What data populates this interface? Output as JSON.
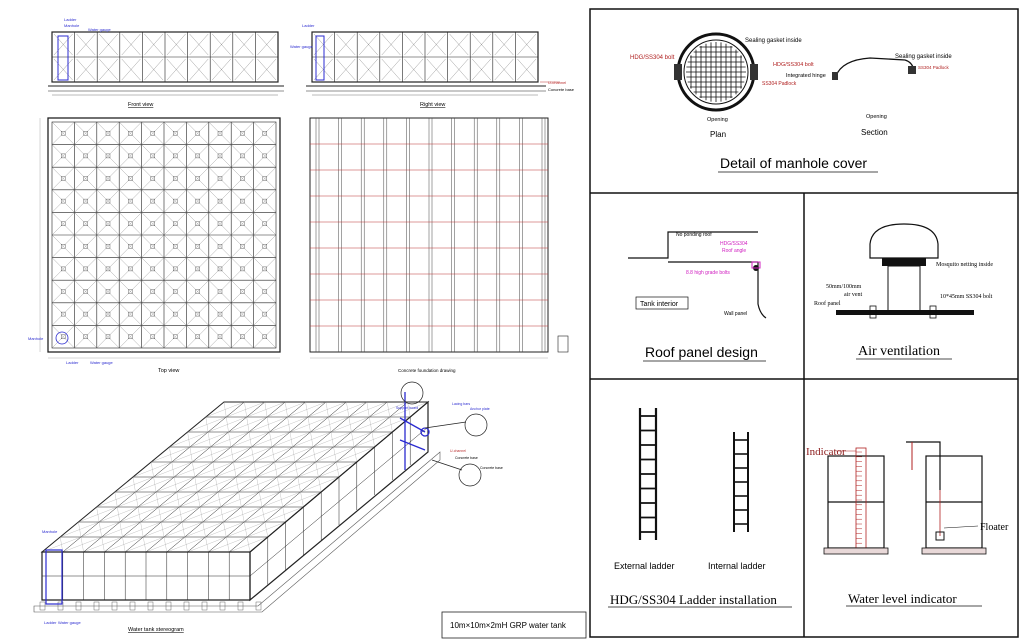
{
  "drawing": {
    "front_view_label": "Front view",
    "right_view_label": "Right view",
    "top_view_label": "Top view",
    "foundation_label": "Concrete foundation drawing",
    "stereogram_label": "Water tank stereogram",
    "title_block": "10m×10m×2mH   GRP water tank",
    "callouts": {
      "ladder": "Ladder",
      "manhole": "Manhole",
      "water_gauge": "Water gauge",
      "u_channel": "U-channel",
      "concrete_base": "Concrete base",
      "support_board": "Support board",
      "lacing_bars": "Lacing bars",
      "anchor_plate": "Anchor plate"
    }
  },
  "details": {
    "manhole": {
      "title": "Detail of manhole cover",
      "plan_label": "Plan",
      "section_label": "Section",
      "opening_label": "Opening",
      "sealing_gasket": "Sealing gasket inside",
      "bolt": "HDG/SS304 bolt",
      "padlock": "SS304 Padlock",
      "integrated_hinge": "Integrated hinge"
    },
    "roof_panel": {
      "title": "Roof panel design",
      "no_ponding": "No ponding roof",
      "roof_angle_1": "HDG/SS304",
      "roof_angle_2": "Roof angle",
      "bolts": "8.8 high grade bolts",
      "tank_interior": "Tank interior",
      "wall_panel": "Wall panel"
    },
    "air_vent": {
      "title": "Air ventilation",
      "mosquito": "Mosquito netting inside",
      "size_1": "50mm/100mm",
      "size_2": "air vent",
      "bolt": "10*45mm SS304 bolt",
      "roof_panel": "Roof panel"
    },
    "ladder": {
      "title": "HDG/SS304 Ladder installation",
      "external": "External ladder",
      "internal": "Internal ladder"
    },
    "water_level": {
      "title": "Water level indicator",
      "indicator": "Indicator",
      "floater": "Floater"
    }
  }
}
